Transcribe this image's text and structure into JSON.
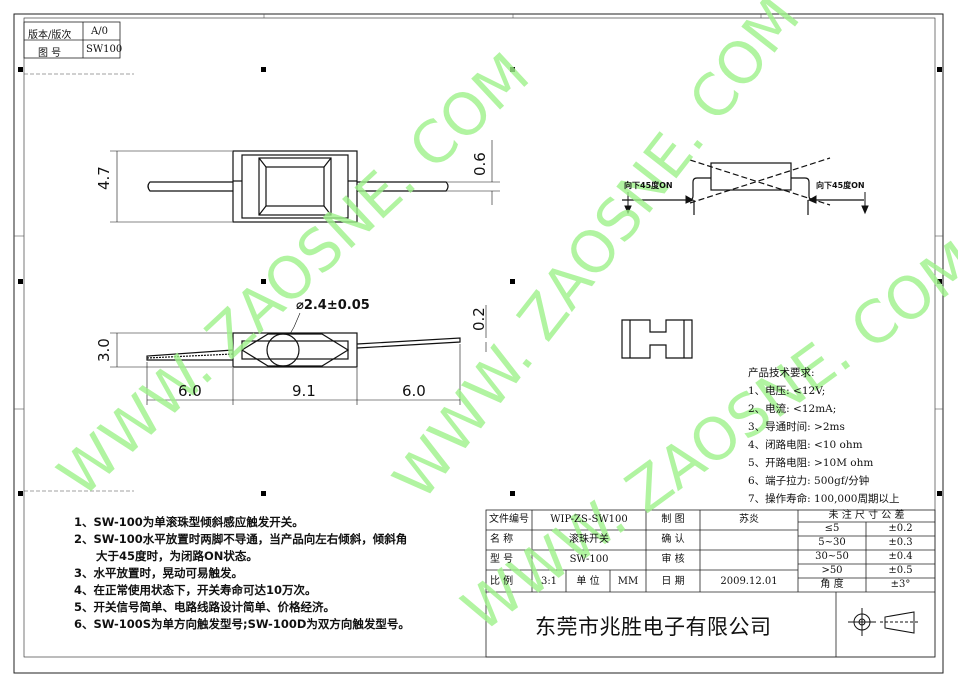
{
  "revision_block": {
    "version_label": "版本/版次",
    "version_value": "A/0",
    "drawing_no_label": "图 号",
    "drawing_no_value": "SW100"
  },
  "dimensions": {
    "height_top": "4.7",
    "thickness_top": "0.6",
    "ball_diameter": "⌀2.4±0.05",
    "height_side": "3.0",
    "pin_thickness": "0.2",
    "left_lead": "6.0",
    "body_length": "9.1",
    "right_lead": "6.0"
  },
  "tilt_labels": {
    "left": "向下45度ON",
    "right": "向下45度ON"
  },
  "requirements": {
    "title": "产品技术要求:",
    "items": [
      "1、电压: <12V;",
      "2、电流: <12mA;",
      "3、导通时间: >2ms",
      "4、闭路电阻: <10 ohm",
      "5、开路电阻: >10M ohm",
      "6、端子拉力: 500gf/分钟",
      "7、操作寿命: 100,000周期以上"
    ]
  },
  "notes": [
    "1、SW-100为单滚珠型倾斜感应触发开关。",
    "2、SW-100水平放置时两脚不导通，当产品向左右倾斜，倾斜角",
    "大于45度时，为闭路ON状态。",
    "3、水平放置时，晃动可易触发。",
    "4、在正常使用状态下，开关寿命可达10万次。",
    "5、开关信号简单、电路线路设计简单、价格经济。",
    "6、SW-100S为单方向触发型号;SW-100D为双方向触发型号。"
  ],
  "title_block": {
    "file_no_label": "文件编号",
    "file_no_value": "WIP-ZS-SW100",
    "name_label": "名    称",
    "name_value": "滚珠开关",
    "model_label": "型    号",
    "model_value": "SW-100",
    "scale_label": "比    例",
    "scale_value": "3:1",
    "unit_label": "单  位",
    "unit_value": "MM",
    "drawn_label": "制    图",
    "drawn_value": "苏炎",
    "confirm_label": "确    认",
    "review_label": "审    核",
    "date_label": "日    期",
    "date_value": "2009.12.01",
    "tolerance_title": "未 注 尺 寸 公 差",
    "tolerances": [
      {
        "range": "≤5",
        "value": "±0.2"
      },
      {
        "range": "5~30",
        "value": "±0.3"
      },
      {
        "range": "30~50",
        "value": "±0.4"
      },
      {
        "range": ">50",
        "value": "±0.5"
      },
      {
        "range": "角    度",
        "value": "±3°"
      }
    ],
    "company": "东莞市兆胜电子有限公司"
  },
  "watermarks": [
    "WWW. ZAOSNE. COM",
    "WWW. ZAOSNE. COM",
    "WWW. ZAOSNE. COM"
  ]
}
